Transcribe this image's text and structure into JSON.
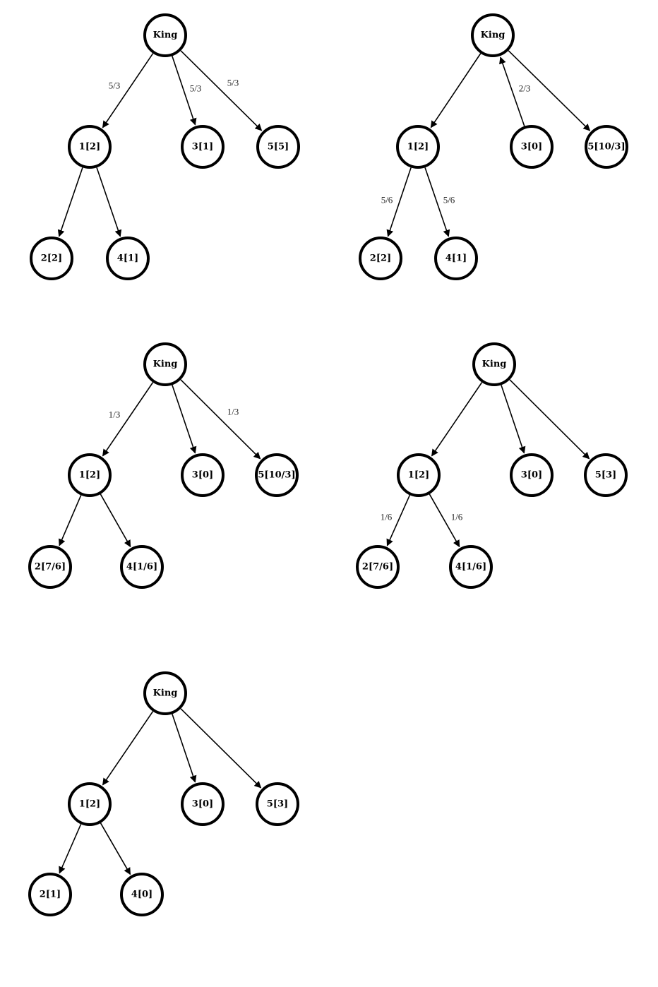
{
  "trees": [
    {
      "nodes": [
        {
          "id": "king",
          "label": "King"
        },
        {
          "id": "n1",
          "label": "1[2]"
        },
        {
          "id": "n3",
          "label": "3[1]"
        },
        {
          "id": "n5",
          "label": "5[5]"
        },
        {
          "id": "n2",
          "label": "2[2]"
        },
        {
          "id": "n4",
          "label": "4[1]"
        }
      ],
      "edges": [
        {
          "from": "king",
          "to": "n1",
          "label": "5/3"
        },
        {
          "from": "king",
          "to": "n3",
          "label": "5/3"
        },
        {
          "from": "king",
          "to": "n5",
          "label": "5/3"
        },
        {
          "from": "n1",
          "to": "n2",
          "label": ""
        },
        {
          "from": "n1",
          "to": "n4",
          "label": ""
        }
      ]
    },
    {
      "nodes": [
        {
          "id": "king",
          "label": "King"
        },
        {
          "id": "n1",
          "label": "1[2]"
        },
        {
          "id": "n3",
          "label": "3[0]"
        },
        {
          "id": "n5",
          "label": "5[10/3]"
        },
        {
          "id": "n2",
          "label": "2[2]"
        },
        {
          "id": "n4",
          "label": "4[1]"
        }
      ],
      "edges": [
        {
          "from": "king",
          "to": "n1",
          "label": ""
        },
        {
          "from": "n3",
          "to": "king",
          "label": "2/3"
        },
        {
          "from": "king",
          "to": "n5",
          "label": ""
        },
        {
          "from": "n1",
          "to": "n2",
          "label": "5/6"
        },
        {
          "from": "n1",
          "to": "n4",
          "label": "5/6"
        }
      ]
    },
    {
      "nodes": [
        {
          "id": "king",
          "label": "King"
        },
        {
          "id": "n1",
          "label": "1[2]"
        },
        {
          "id": "n3",
          "label": "3[0]"
        },
        {
          "id": "n5",
          "label": "5[10/3]"
        },
        {
          "id": "n2",
          "label": "2[7/6]"
        },
        {
          "id": "n4",
          "label": "4[1/6]"
        }
      ],
      "edges": [
        {
          "from": "king",
          "to": "n1",
          "label": "1/3"
        },
        {
          "from": "king",
          "to": "n3",
          "label": ""
        },
        {
          "from": "king",
          "to": "n5",
          "label": "1/3"
        },
        {
          "from": "n1",
          "to": "n2",
          "label": ""
        },
        {
          "from": "n1",
          "to": "n4",
          "label": ""
        }
      ]
    },
    {
      "nodes": [
        {
          "id": "king",
          "label": "King"
        },
        {
          "id": "n1",
          "label": "1[2]"
        },
        {
          "id": "n3",
          "label": "3[0]"
        },
        {
          "id": "n5",
          "label": "5[3]"
        },
        {
          "id": "n2",
          "label": "2[7/6]"
        },
        {
          "id": "n4",
          "label": "4[1/6]"
        }
      ],
      "edges": [
        {
          "from": "king",
          "to": "n1",
          "label": ""
        },
        {
          "from": "king",
          "to": "n3",
          "label": ""
        },
        {
          "from": "king",
          "to": "n5",
          "label": ""
        },
        {
          "from": "n1",
          "to": "n2",
          "label": "1/6"
        },
        {
          "from": "n1",
          "to": "n4",
          "label": "1/6"
        }
      ]
    },
    {
      "nodes": [
        {
          "id": "king",
          "label": "King"
        },
        {
          "id": "n1",
          "label": "1[2]"
        },
        {
          "id": "n3",
          "label": "3[0]"
        },
        {
          "id": "n5",
          "label": "5[3]"
        },
        {
          "id": "n2",
          "label": "2[1]"
        },
        {
          "id": "n4",
          "label": "4[0]"
        }
      ],
      "edges": [
        {
          "from": "king",
          "to": "n1",
          "label": ""
        },
        {
          "from": "king",
          "to": "n3",
          "label": ""
        },
        {
          "from": "king",
          "to": "n5",
          "label": ""
        },
        {
          "from": "n1",
          "to": "n2",
          "label": ""
        },
        {
          "from": "n1",
          "to": "n4",
          "label": ""
        }
      ]
    }
  ]
}
